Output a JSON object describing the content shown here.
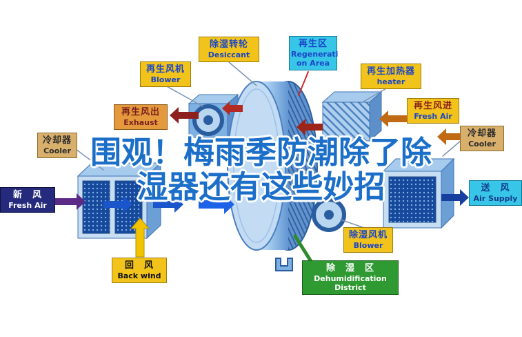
{
  "title": {
    "line1": "围观！梅雨季防潮除了除",
    "line2": "湿器还有这些妙招"
  },
  "labels": {
    "desiccant": {
      "zh": "除湿转轮",
      "en": "Desiccant"
    },
    "regeneration_area": {
      "lines": [
        "再生区",
        "Regenerati",
        "on Area"
      ]
    },
    "regen_blower": {
      "zh": "再生风机",
      "en": "Blower"
    },
    "regen_heater": {
      "zh": "再生加热器",
      "en": "heater"
    },
    "exhaust": {
      "zh": "再生风出",
      "en": "Exhaust"
    },
    "regen_fresh_air": {
      "zh": "再生风进",
      "en": "Fresh Air"
    },
    "cooler_left": {
      "zh": "冷却器",
      "en": "Cooler"
    },
    "cooler_right": {
      "zh": "冷却器",
      "en": "Cooler"
    },
    "fresh_air": {
      "zh": "新　风",
      "en": "Fresh Air"
    },
    "air_supply": {
      "zh": "送　风",
      "en": "Air Supply"
    },
    "back_wind": {
      "zh": "回　风",
      "en": "Back wind"
    },
    "dehumid_blower": {
      "zh": "除湿风机",
      "en": "Blower"
    },
    "dehumid_district": {
      "lines": [
        "除　湿　区",
        "Dehumidification",
        "District"
      ]
    }
  },
  "colors": {
    "title_blue": "#1c6fc9",
    "label_yellow": "#f2c31a",
    "label_cyan": "#38c6e8",
    "label_orange": "#e49a3c",
    "label_tan": "#d8b06c",
    "label_navy": "#252a7d",
    "label_green": "#2f9a32",
    "text_blue": "#1a46c8",
    "text_dark_red": "#8a1f1f",
    "arrow_purple": "#5b2a86",
    "arrow_blue": "#1a55cc",
    "arrow_yellow": "#f2c400",
    "arrow_dark_red": "#8e1f1f",
    "arrow_orange": "#c06a14"
  }
}
